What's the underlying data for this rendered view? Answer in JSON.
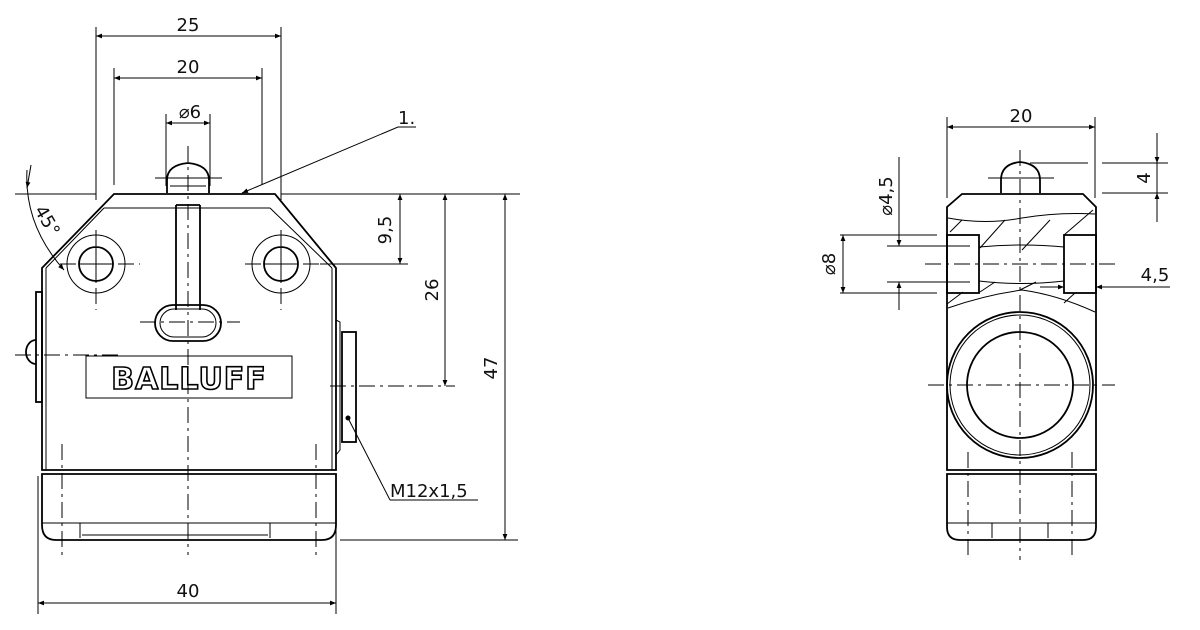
{
  "drawing": {
    "brand_logo": "BALLUFF",
    "front_view": {
      "dimensions": {
        "overall_top_width": "25",
        "hole_spacing": "20",
        "plunger_diameter": "⌀6",
        "callout": "1.",
        "chamfer_angle": "45°",
        "hole_to_top": "9,5",
        "actuator_to_center": "26",
        "overall_height": "47",
        "thread": "M12x1,5",
        "overall_width": "40"
      }
    },
    "side_view": {
      "dimensions": {
        "width": "20",
        "plunger_height": "4",
        "hole_diameter": "⌀4,5",
        "counterbore_diameter": "⌀8",
        "counterbore_depth": "4,5"
      }
    }
  }
}
